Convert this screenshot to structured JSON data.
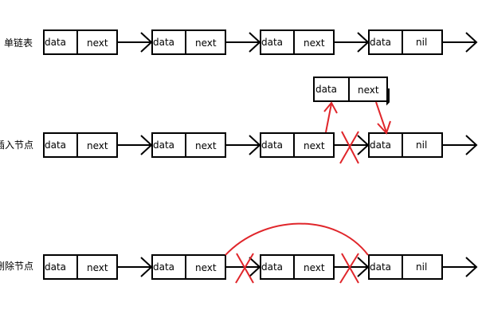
{
  "rows": [
    {
      "label": "单链表",
      "nodes": [
        {
          "data": "data",
          "next": "next"
        },
        {
          "data": "data",
          "next": "next"
        },
        {
          "data": "data",
          "next": "next"
        },
        {
          "data": "data",
          "next": "nil"
        }
      ]
    },
    {
      "label": "插入节点",
      "inserted_node": {
        "data": "data",
        "next": "next"
      },
      "nodes": [
        {
          "data": "data",
          "next": "next"
        },
        {
          "data": "data",
          "next": "next"
        },
        {
          "data": "data",
          "next": "next"
        },
        {
          "data": "data",
          "next": "nil"
        }
      ]
    },
    {
      "label": "删除节点",
      "nodes": [
        {
          "data": "data",
          "next": "next"
        },
        {
          "data": "data",
          "next": "next"
        },
        {
          "data": "data",
          "next": "next"
        },
        {
          "data": "data",
          "next": "nil"
        }
      ]
    }
  ],
  "colors": {
    "line": "#000000",
    "highlight": "#e0262b",
    "background": "#ffffff"
  }
}
